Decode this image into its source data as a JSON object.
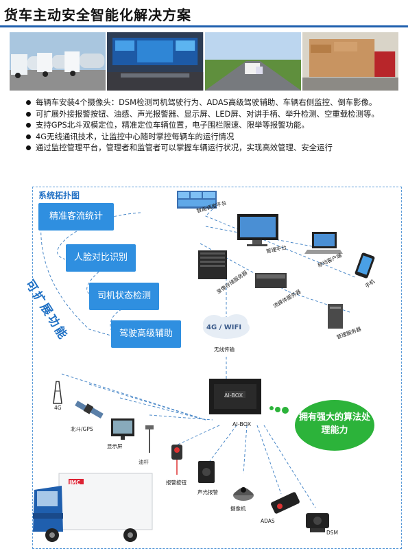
{
  "title": "货车主动安全智能化解决方案",
  "bullets": [
    "每辆车安装4个摄像头：DSM检测司机驾驶行为、ADAS高级驾驶辅助、车辆右侧监控、倒车影像。",
    "可扩展外接报警按钮、油感、声光报警器、显示屏、LED屏、对讲手柄、举升检测、空重载检测等。",
    "支持GPS北斗双模定位，精准定位车辆位置，电子围栏限速、限举等报警功能。",
    "4G无线通讯技术，让监控中心随时掌控每辆车的运行情况",
    "通过监控管理平台，管理者和监管者可以掌握车辆运行状况，实现高效管理、安全运行"
  ],
  "diagram": {
    "label": "系统拓扑图",
    "side_label": "可扩展功能",
    "features": [
      "精准客流统计",
      "人脸对比识别",
      "司机状态检测",
      "驾驶高级辅助"
    ],
    "platform": {
      "dispatch": "智能调度平台",
      "management": "管理平台",
      "mobile_client": "移动客户端",
      "phone": "手机",
      "storage_server": "录像存储服务器",
      "streaming_server": "流媒体服务器",
      "management_server": "管理服务器"
    },
    "network": {
      "cloud": "4G / WIFI",
      "wireless": "无线传输"
    },
    "device": {
      "aibox": "AI-BOX",
      "aibox_screen": "AI-BOX",
      "bubble": "拥有强大的算法处理能力"
    },
    "peripherals": {
      "antenna": "4G",
      "gps": "北斗/GPS",
      "display": "显示屏",
      "oil": "油杆",
      "alarm_button": "报警按钮",
      "sound_alarm": "声光报警",
      "camera": "摄像机",
      "adas": "ADAS",
      "dsm": "DSM"
    },
    "truck_brand": "JMC"
  },
  "colors": {
    "accent": "#2f8fe0",
    "title_rule": "#1f5fae",
    "bubble": "#2cb33a",
    "dashed": "#5a9ad8"
  }
}
